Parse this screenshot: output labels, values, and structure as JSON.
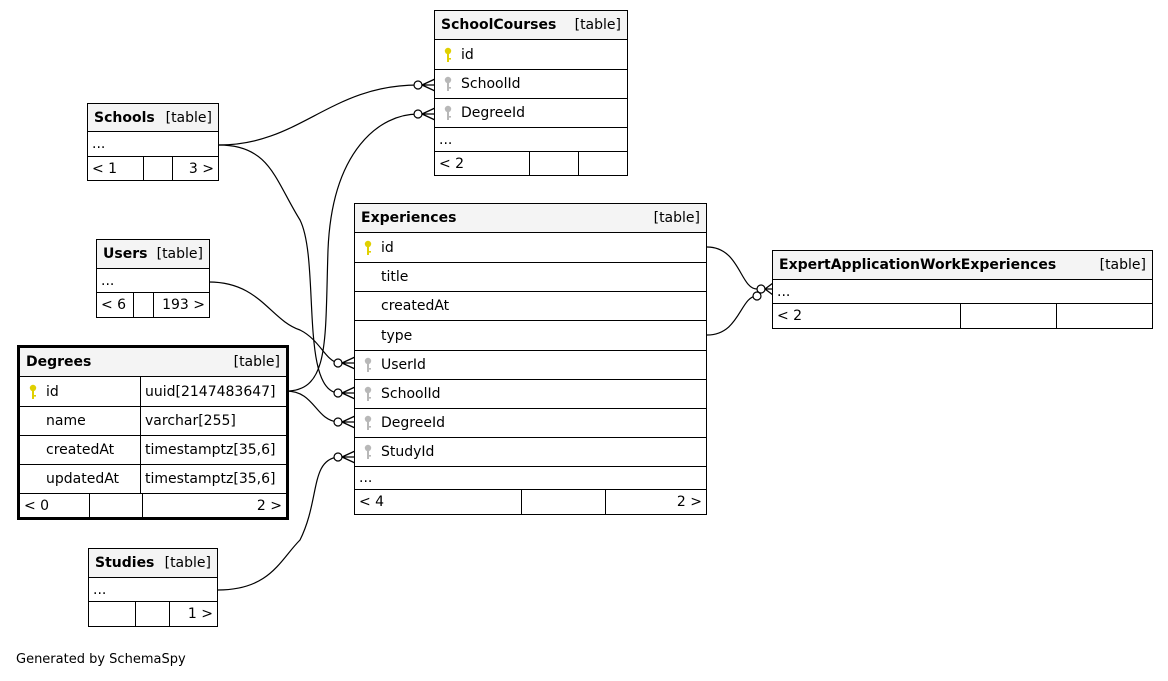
{
  "footer_text": "Generated by SchemaSpy",
  "tables": {
    "schoolcourses": {
      "name": "SchoolCourses",
      "type": "[table]",
      "columns": [
        {
          "name": "id",
          "key": "primary"
        },
        {
          "name": "SchoolId",
          "key": "foreign"
        },
        {
          "name": "DegreeId",
          "key": "foreign"
        }
      ],
      "ellipsis": "...",
      "footer": [
        "< 2",
        "",
        ""
      ]
    },
    "schools": {
      "name": "Schools",
      "type": "[table]",
      "ellipsis": "...",
      "footer": [
        "< 1",
        "",
        "3 >"
      ]
    },
    "users": {
      "name": "Users",
      "type": "[table]",
      "ellipsis": "...",
      "footer": [
        "< 6",
        "",
        "193 >"
      ]
    },
    "experiences": {
      "name": "Experiences",
      "type": "[table]",
      "columns": [
        {
          "name": "id",
          "key": "primary"
        },
        {
          "name": "title",
          "key": "none"
        },
        {
          "name": "createdAt",
          "key": "none"
        },
        {
          "name": "type",
          "key": "none"
        },
        {
          "name": "UserId",
          "key": "foreign"
        },
        {
          "name": "SchoolId",
          "key": "foreign"
        },
        {
          "name": "DegreeId",
          "key": "foreign"
        },
        {
          "name": "StudyId",
          "key": "foreign"
        }
      ],
      "ellipsis": "...",
      "footer": [
        "< 4",
        "",
        "2 >"
      ]
    },
    "expertapp": {
      "name": "ExpertApplicationWorkExperiences",
      "type": "[table]",
      "ellipsis": "...",
      "footer": [
        "< 2",
        "",
        ""
      ]
    },
    "degrees": {
      "name": "Degrees",
      "type": "[table]",
      "columns": [
        {
          "name": "id",
          "datatype": "uuid[2147483647]",
          "key": "primary"
        },
        {
          "name": "name",
          "datatype": "varchar[255]",
          "key": "none"
        },
        {
          "name": "createdAt",
          "datatype": "timestamptz[35,6]",
          "key": "none"
        },
        {
          "name": "updatedAt",
          "datatype": "timestamptz[35,6]",
          "key": "none"
        }
      ],
      "footer": [
        "< 0",
        "",
        "2 >"
      ]
    },
    "studies": {
      "name": "Studies",
      "type": "[table]",
      "ellipsis": "...",
      "footer": [
        "",
        "",
        "1 >"
      ]
    }
  },
  "colors": {
    "primary_key": "#e0d000",
    "foreign_key": "#b8b8b8",
    "header_bg": "#f4f4f4"
  }
}
